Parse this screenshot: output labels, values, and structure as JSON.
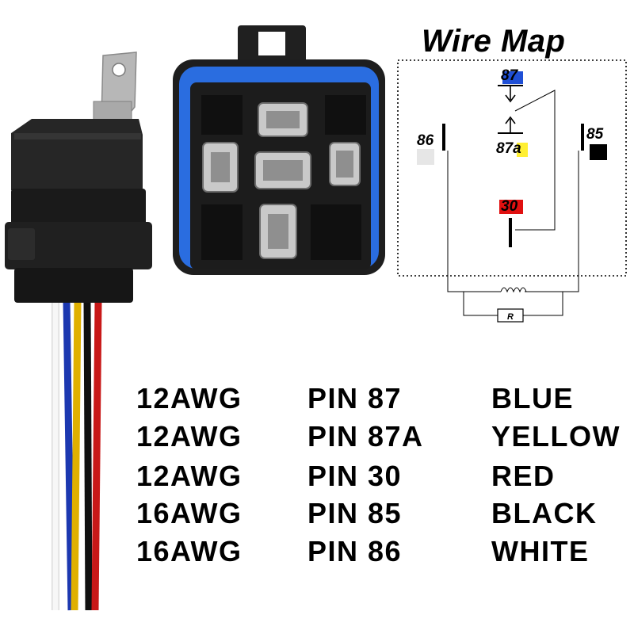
{
  "diagram": {
    "title": "Wire Map",
    "pins": {
      "p87": {
        "label": "87",
        "color": "#1f4fd6"
      },
      "p87a": {
        "label": "87a",
        "color": "#ffef33"
      },
      "p30": {
        "label": "30",
        "color": "#e01010"
      },
      "p85": {
        "label": "85",
        "color": "#000000"
      },
      "p86": {
        "label": "86",
        "color": "#e6e6e6"
      }
    },
    "resistor_label": "R"
  },
  "wiring_table": {
    "rows": [
      {
        "gauge": "12AWG",
        "pin": "PIN 87",
        "color": "BLUE"
      },
      {
        "gauge": "12AWG",
        "pin": "PIN 87A",
        "color": "YELLOW"
      },
      {
        "gauge": "12AWG",
        "pin": "PIN 30",
        "color": "RED"
      },
      {
        "gauge": "16AWG",
        "pin": "PIN 85",
        "color": "BLACK"
      },
      {
        "gauge": "16AWG",
        "pin": "PIN 86",
        "color": "WHITE"
      }
    ]
  },
  "colors": {
    "housing": "#1c1c1c",
    "seal_blue": "#2a6de0",
    "wire_white": "#f2f2f2",
    "wire_blue": "#2446c8",
    "wire_yellow": "#e6b800",
    "wire_red": "#d01818",
    "wire_black": "#101010"
  }
}
